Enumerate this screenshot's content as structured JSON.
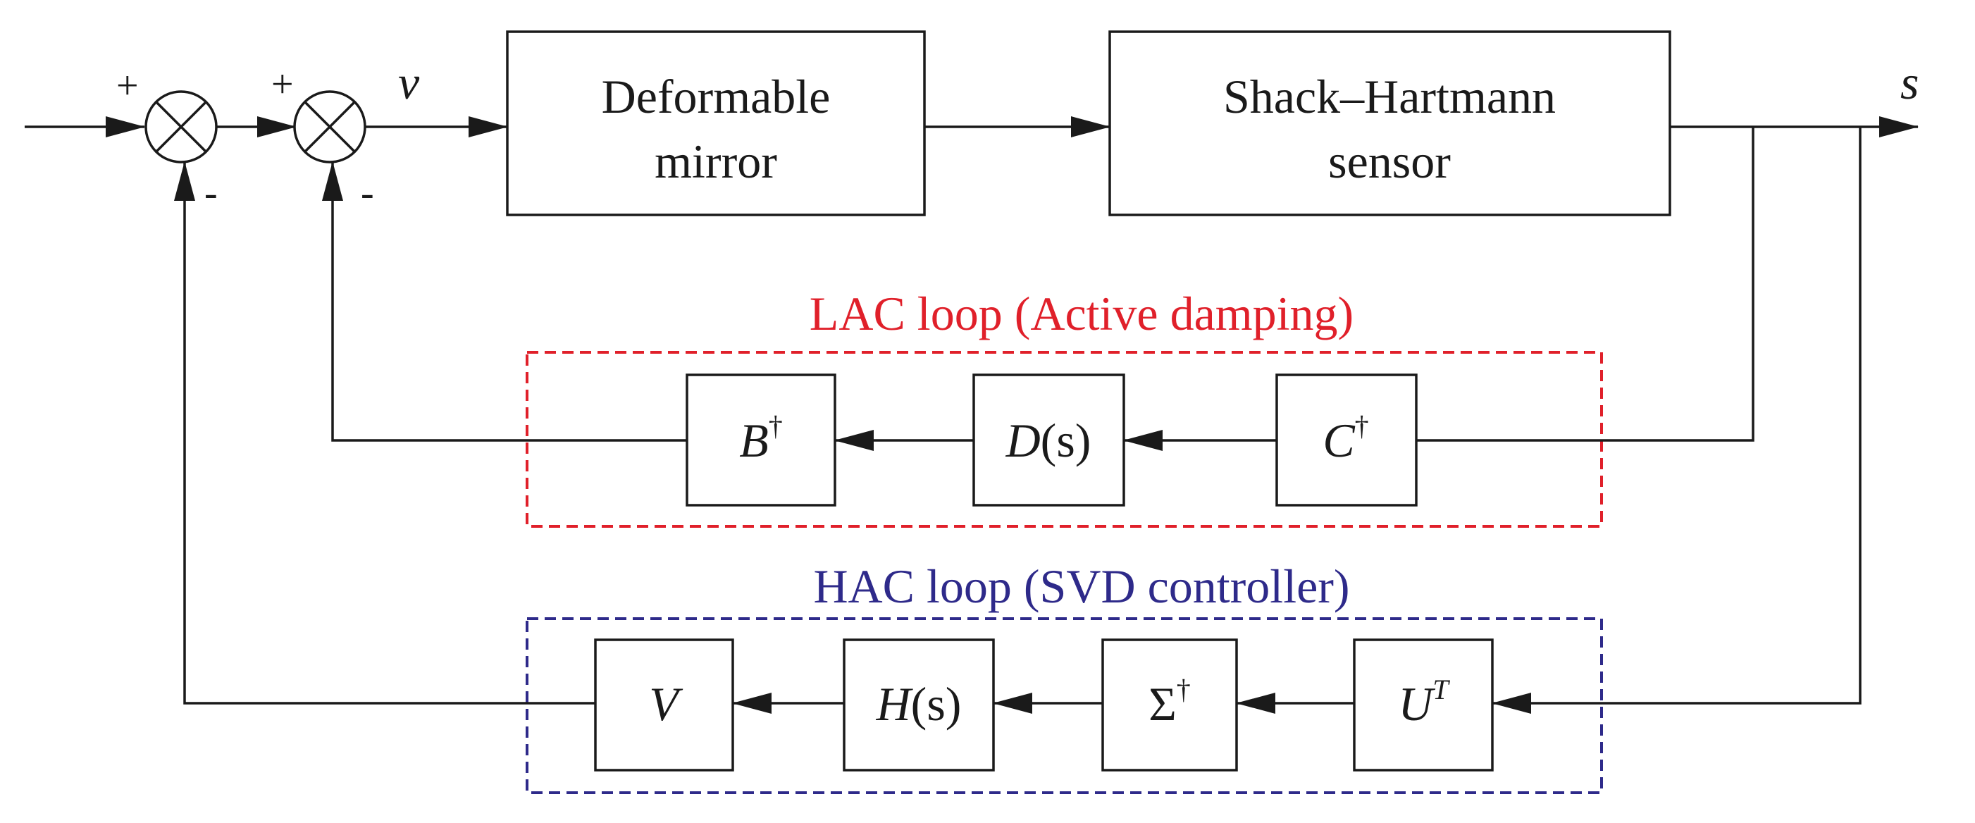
{
  "colors": {
    "line": "#1a1a1a",
    "lac": "#e0202a",
    "hac": "#2e2a8a"
  },
  "signals": {
    "v": "v",
    "s": "s"
  },
  "signs": {
    "sum1_plus": "+",
    "sum1_minus": "-",
    "sum2_plus": "+",
    "sum2_minus": "-"
  },
  "blocks": {
    "dm": {
      "line1": "Deformable",
      "line2": "mirror"
    },
    "sh": {
      "line1": "Shack–Hartmann",
      "line2": "sensor"
    }
  },
  "lac": {
    "title": "LAC loop (Active damping)",
    "b": {
      "main": "B",
      "sup": "†"
    },
    "d": {
      "main": "D",
      "arg": "(s)"
    },
    "c": {
      "main": "C",
      "sup": "†"
    }
  },
  "hac": {
    "title": "HAC loop (SVD controller)",
    "v": {
      "main": "V"
    },
    "h": {
      "main": "H",
      "arg": "(s)"
    },
    "sigma": {
      "main": "Σ",
      "sup": "†"
    },
    "u": {
      "main": "U",
      "sup": "T"
    }
  }
}
